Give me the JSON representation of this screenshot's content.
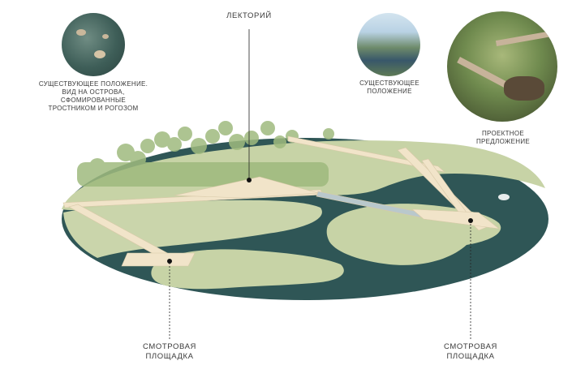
{
  "labels": {
    "lectorium": "ЛЕКТОРИЙ",
    "existing_1": "СУЩЕСТВУЮЩЕЕ ПОЛОЖЕНИЕ.\nВИД НА ОСТРОВА, СФОМИРОВАННЫЕ\nТРОСТНИКОМ И РОГОЗОМ",
    "existing_2": "СУЩЕСТВУЮЩЕЕ ПОЛОЖЕНИЕ",
    "proposal": "ПРОЕКТНОЕ ПРЕДЛОЖЕНИЕ",
    "viewpoint_left": "СМОТРОВАЯ\nПЛОЩАДКА",
    "viewpoint_right": "СМОТРОВАЯ\nПЛОЩАДКА"
  },
  "colors": {
    "water": "#2f5656",
    "land": "#c7d3a6",
    "land_light": "#d3dcb5",
    "deck": "#f1e4c9",
    "trees": "#9fba7e"
  }
}
